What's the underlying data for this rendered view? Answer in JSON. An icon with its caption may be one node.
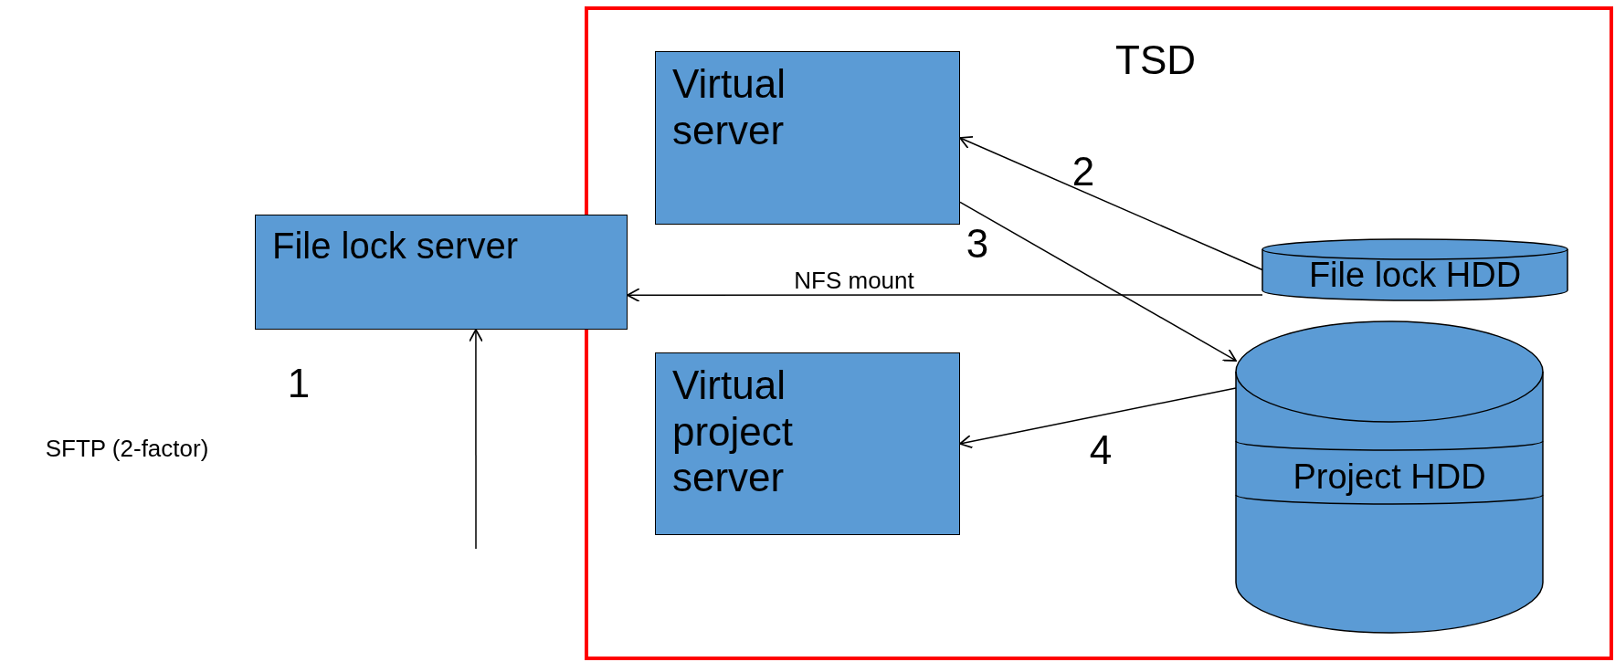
{
  "diagram": {
    "nodes": [
      {
        "text": [
          "TSD"
        ]
      },
      {
        "text": [
          "Virtual server"
        ],
        "in": 0
      },
      {
        "text": [
          "File lock server"
        ]
      },
      {
        "text": [
          "File lock HDD"
        ],
        "in": 0
      },
      {
        "text": [
          "Virtual project server"
        ],
        "in": 0
      },
      {
        "text": [
          "Project HDD"
        ],
        "in": 0
      }
    ],
    "edges": [
      {
        "from": 3,
        "to": 1,
        "arrow": "to",
        "label": "2"
      },
      {
        "from": 1,
        "to": 5,
        "arrow": "to",
        "label": "3"
      },
      {
        "from": 5,
        "to": 4,
        "arrow": "to",
        "label": "4"
      },
      {
        "from": 3,
        "to": 2,
        "arrow": "to",
        "label": "NFS mount"
      },
      {
        "from": null,
        "to": 2,
        "arrow": "to"
      }
    ],
    "labels": [
      "1",
      "SFTP (2-factor)"
    ]
  }
}
